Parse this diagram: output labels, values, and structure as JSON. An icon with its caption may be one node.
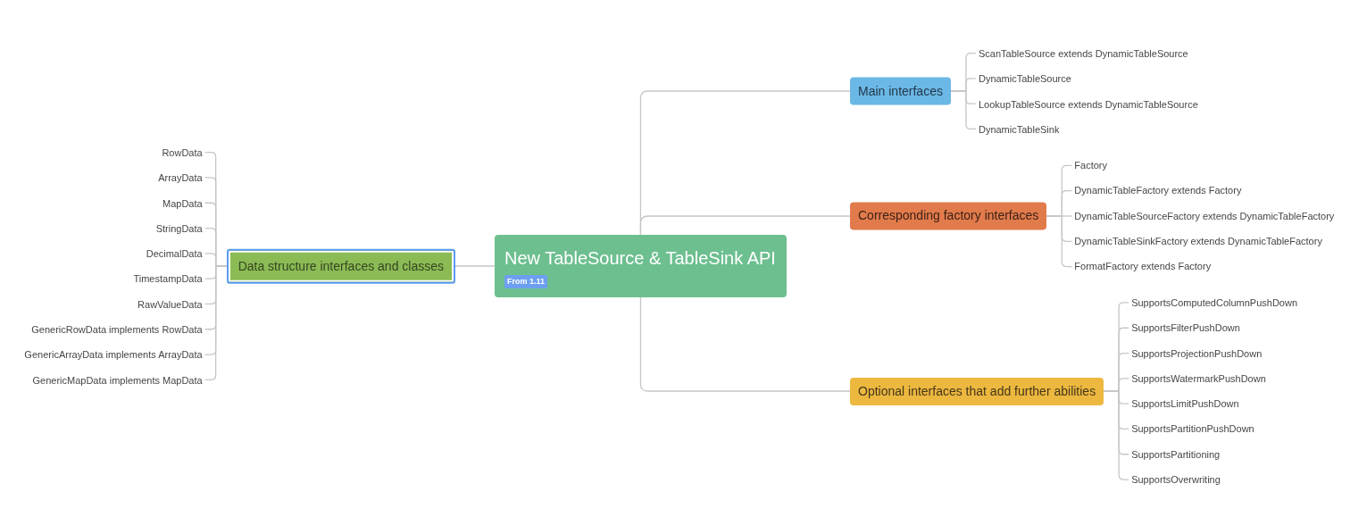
{
  "diagram": {
    "nodes": [
      {
        "text": [
          "New TableSource & TableSink API",
          "From 1.11"
        ]
      },
      {
        "text": [
          "Data structure interfaces and classes"
        ]
      },
      {
        "text": [
          "RowData"
        ]
      },
      {
        "text": [
          "ArrayData"
        ]
      },
      {
        "text": [
          "MapData"
        ]
      },
      {
        "text": [
          "StringData"
        ]
      },
      {
        "text": [
          "DecimalData"
        ]
      },
      {
        "text": [
          "TimestampData"
        ]
      },
      {
        "text": [
          "RawValueData"
        ]
      },
      {
        "text": [
          "GenericRowData implements RowData"
        ]
      },
      {
        "text": [
          "GenericArrayData implements ArrayData"
        ]
      },
      {
        "text": [
          "GenericMapData implements MapData"
        ]
      },
      {
        "text": [
          "Main interfaces"
        ]
      },
      {
        "text": [
          "ScanTableSource extends DynamicTableSource"
        ]
      },
      {
        "text": [
          "DynamicTableSource"
        ]
      },
      {
        "text": [
          "LookupTableSource extends DynamicTableSource"
        ]
      },
      {
        "text": [
          "DynamicTableSink"
        ]
      },
      {
        "text": [
          "Corresponding factory interfaces"
        ]
      },
      {
        "text": [
          "Factory"
        ]
      },
      {
        "text": [
          "DynamicTableFactory extends Factory"
        ]
      },
      {
        "text": [
          "DynamicTableSourceFactory extends DynamicTableFactory"
        ]
      },
      {
        "text": [
          "DynamicTableSinkFactory extends DynamicTableFactory"
        ]
      },
      {
        "text": [
          "FormatFactory extends Factory"
        ]
      },
      {
        "text": [
          "Optional interfaces that add further abilities"
        ]
      },
      {
        "text": [
          "SupportsComputedColumnPushDown"
        ]
      },
      {
        "text": [
          "SupportsFilterPushDown"
        ]
      },
      {
        "text": [
          "SupportsProjectionPushDown"
        ]
      },
      {
        "text": [
          "SupportsWatermarkPushDown"
        ]
      },
      {
        "text": [
          "SupportsLimitPushDown"
        ]
      },
      {
        "text": [
          "SupportsPartitionPushDown"
        ]
      },
      {
        "text": [
          "SupportsPartitioning"
        ]
      },
      {
        "text": [
          "SupportsOverwriting"
        ]
      }
    ],
    "edges": [
      {
        "from": 0,
        "to": 1,
        "arrow": "none"
      },
      {
        "from": 1,
        "to": 2,
        "arrow": "none"
      },
      {
        "from": 1,
        "to": 3,
        "arrow": "none"
      },
      {
        "from": 1,
        "to": 4,
        "arrow": "none"
      },
      {
        "from": 1,
        "to": 5,
        "arrow": "none"
      },
      {
        "from": 1,
        "to": 6,
        "arrow": "none"
      },
      {
        "from": 1,
        "to": 7,
        "arrow": "none"
      },
      {
        "from": 1,
        "to": 8,
        "arrow": "none"
      },
      {
        "from": 1,
        "to": 9,
        "arrow": "none"
      },
      {
        "from": 1,
        "to": 10,
        "arrow": "none"
      },
      {
        "from": 1,
        "to": 11,
        "arrow": "none"
      },
      {
        "from": 0,
        "to": 12,
        "arrow": "none"
      },
      {
        "from": 12,
        "to": 13,
        "arrow": "none"
      },
      {
        "from": 12,
        "to": 14,
        "arrow": "none"
      },
      {
        "from": 12,
        "to": 15,
        "arrow": "none"
      },
      {
        "from": 12,
        "to": 16,
        "arrow": "none"
      },
      {
        "from": 0,
        "to": 17,
        "arrow": "none"
      },
      {
        "from": 17,
        "to": 18,
        "arrow": "none"
      },
      {
        "from": 17,
        "to": 19,
        "arrow": "none"
      },
      {
        "from": 17,
        "to": 20,
        "arrow": "none"
      },
      {
        "from": 17,
        "to": 21,
        "arrow": "none"
      },
      {
        "from": 17,
        "to": 22,
        "arrow": "none"
      },
      {
        "from": 0,
        "to": 23,
        "arrow": "none"
      },
      {
        "from": 23,
        "to": 24,
        "arrow": "none"
      },
      {
        "from": 23,
        "to": 25,
        "arrow": "none"
      },
      {
        "from": 23,
        "to": 26,
        "arrow": "none"
      },
      {
        "from": 23,
        "to": 27,
        "arrow": "none"
      },
      {
        "from": 23,
        "to": 28,
        "arrow": "none"
      },
      {
        "from": 23,
        "to": 29,
        "arrow": "none"
      },
      {
        "from": 23,
        "to": 30,
        "arrow": "none"
      },
      {
        "from": 23,
        "to": 31,
        "arrow": "none"
      }
    ]
  }
}
